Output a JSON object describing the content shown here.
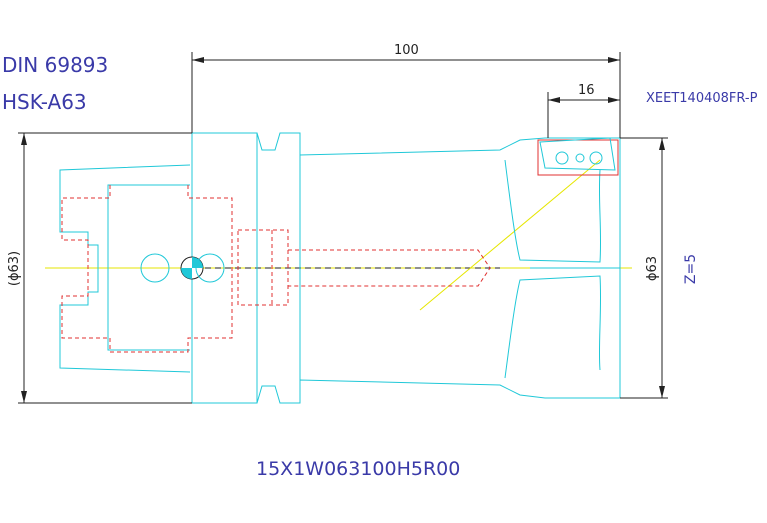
{
  "labels": {
    "standard": "DIN 69893",
    "interface": "HSK-A63",
    "insert": "XEET140408FR-P",
    "product_code": "15X1W063100H5R00"
  },
  "dimensions": {
    "length": "100",
    "insert_offset": "16",
    "diameter_ref": "(ϕ63)",
    "diameter": "ϕ63",
    "teeth": "Z=5"
  },
  "colors": {
    "outline": "#20c8d8",
    "hidden": "#e03030",
    "dimension": "#222222",
    "centerline": "#e6e600",
    "text": "#3a3aa8"
  }
}
